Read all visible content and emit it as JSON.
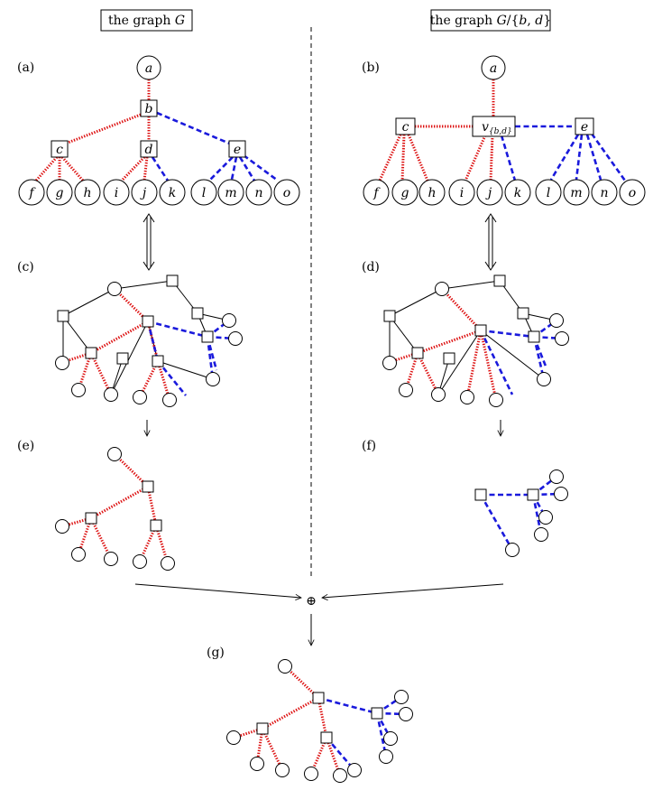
{
  "titles": {
    "left": "the graph G",
    "right": "the graph G/{b, d}"
  },
  "panel_labels": {
    "a": "(a)",
    "b": "(b)",
    "c": "(c)",
    "d": "(d)",
    "e": "(e)",
    "f": "(f)",
    "g": "(g)"
  },
  "nodes": {
    "a": "a",
    "b": "b",
    "c": "c",
    "d": "d",
    "e": "e",
    "f": "f",
    "g": "g",
    "h": "h",
    "i": "i",
    "j": "j",
    "k": "k",
    "l": "l",
    "m": "m",
    "n": "n",
    "o": "o",
    "v_main": "v",
    "v_sub": "{b,d}"
  },
  "operator": "⊕",
  "colors": {
    "red_edge": "#dd1111",
    "blue_edge": "#1a1adc"
  }
}
